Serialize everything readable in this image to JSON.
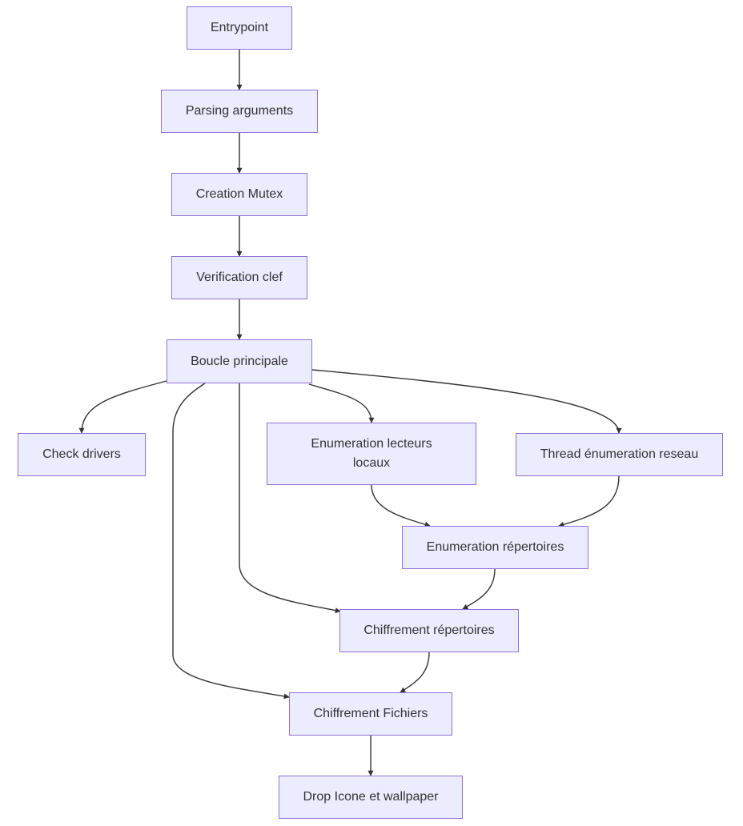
{
  "nodes": {
    "entrypoint": "Entrypoint",
    "parsing": "Parsing arguments",
    "mutex": "Creation Mutex",
    "verif": "Verification clef",
    "boucle": "Boucle principale",
    "check": "Check drivers",
    "enum_locaux": "Enumeration lecteurs locaux",
    "thread_reseau": "Thread énumeration reseau",
    "enum_rep": "Enumeration répertoires",
    "chiff_rep": "Chiffrement répertoires",
    "chiff_fich": "Chiffrement Fichiers",
    "drop": "Drop Icone et wallpaper"
  },
  "edges": [
    [
      "entrypoint",
      "parsing"
    ],
    [
      "parsing",
      "mutex"
    ],
    [
      "mutex",
      "verif"
    ],
    [
      "verif",
      "boucle"
    ],
    [
      "boucle",
      "check"
    ],
    [
      "boucle",
      "enum_locaux"
    ],
    [
      "boucle",
      "thread_reseau"
    ],
    [
      "boucle",
      "chiff_rep"
    ],
    [
      "boucle",
      "chiff_fich"
    ],
    [
      "enum_locaux",
      "enum_rep"
    ],
    [
      "thread_reseau",
      "enum_rep"
    ],
    [
      "enum_rep",
      "chiff_rep"
    ],
    [
      "chiff_rep",
      "chiff_fich"
    ],
    [
      "chiff_fich",
      "drop"
    ]
  ],
  "colors": {
    "node_fill": "#ececff",
    "node_border": "#9370db",
    "edge": "#333333",
    "text": "#333333"
  }
}
